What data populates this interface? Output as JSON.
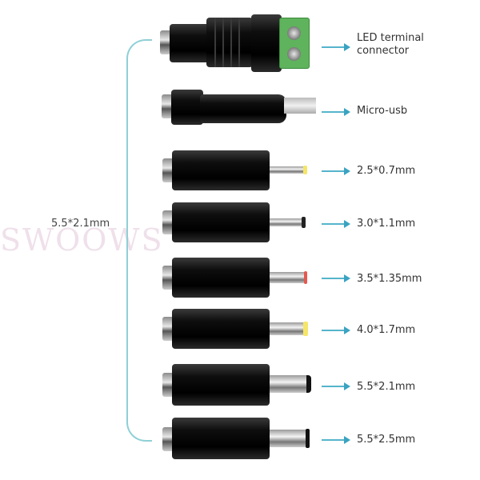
{
  "bracket": {
    "label": "5.5*2.1mm",
    "color": "#8fd0d6"
  },
  "watermark": "SWOOWS",
  "arrow_color": "#3aa3c2",
  "connectors": [
    {
      "label_line1": "LED terminal",
      "label_line2": "connector",
      "type": "terminal-block",
      "accent": "#5fb35d"
    },
    {
      "label_line1": "Micro-usb",
      "type": "micro-usb"
    },
    {
      "label_line1": "2.5*0.7mm",
      "type": "barrel",
      "tip_color": "#f5e66a"
    },
    {
      "label_line1": "3.0*1.1mm",
      "type": "barrel",
      "tip_color": "#222222"
    },
    {
      "label_line1": "3.5*1.35mm",
      "type": "barrel",
      "tip_color": "#e5584f"
    },
    {
      "label_line1": "4.0*1.7mm",
      "type": "barrel",
      "tip_color": "#f5e66a"
    },
    {
      "label_line1": "5.5*2.1mm",
      "type": "barrel",
      "tip_color": "#111111"
    },
    {
      "label_line1": "5.5*2.5mm",
      "type": "barrel",
      "tip_color": "#111111"
    }
  ]
}
